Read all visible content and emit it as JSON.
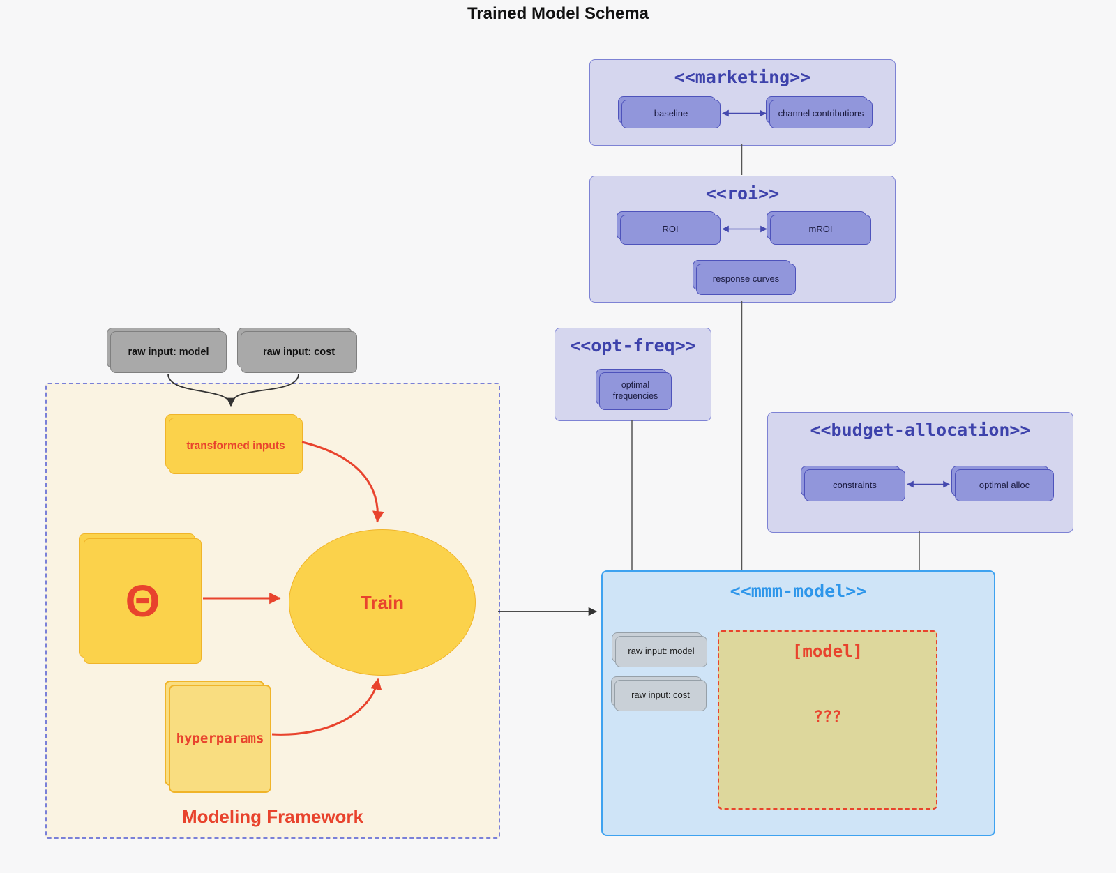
{
  "title": "Trained Model Schema",
  "colors": {
    "background": "#f7f7f8",
    "purple_container_fill": "#d5d6ee",
    "purple_container_border": "#7d82d4",
    "purple_node_fill": "#9196db",
    "purple_node_border": "#4e53bb",
    "purple_title": "#3d42ab",
    "gray_node_fill": "#a9a9a9",
    "gray_node_border": "#7f7f7f",
    "light_gray_node_fill": "#c9d0d7",
    "light_gray_node_border": "#96a0a8",
    "mmm_fill": "#cfe4f7",
    "mmm_border": "#3ea2f0",
    "mmm_title": "#2e96ea",
    "model_box_fill": "#ddd79c",
    "framework_fill": "#faf3e2",
    "framework_border": "#7a80d8",
    "yellow_fill": "#fbd24b",
    "yellow_border": "#f0b429",
    "yellow_light_fill": "#f9dd80",
    "accent_red": "#e8432d",
    "line_gray": "#555555",
    "arrow_black": "#333333",
    "arrow_purple": "#4549ae"
  },
  "external_inputs": {
    "raw_input_model": "raw input: model",
    "raw_input_cost": "raw input: cost"
  },
  "marketing": {
    "title": "<<marketing>>",
    "baseline": "baseline",
    "channel_contributions": "channel contributions"
  },
  "roi": {
    "title": "<<roi>>",
    "roi": "ROI",
    "mroi": "mROI",
    "response_curves": "response curves"
  },
  "opt_freq": {
    "title": "<<opt-freq>>",
    "optimal_frequencies": "optimal frequencies"
  },
  "budget_allocation": {
    "title": "<<budget-allocation>>",
    "constraints": "constraints",
    "optimal_alloc": "optimal alloc"
  },
  "mmm_model": {
    "title": "<<mmm-model>>",
    "raw_input_model": "raw input: model",
    "raw_input_cost": "raw input: cost",
    "model_title": "[model]",
    "model_placeholder": "???"
  },
  "modeling_framework": {
    "label": "Modeling Framework",
    "transformed_inputs": "transformed inputs",
    "theta": "Θ",
    "train": "Train",
    "hyperparams": "hyperparams"
  }
}
